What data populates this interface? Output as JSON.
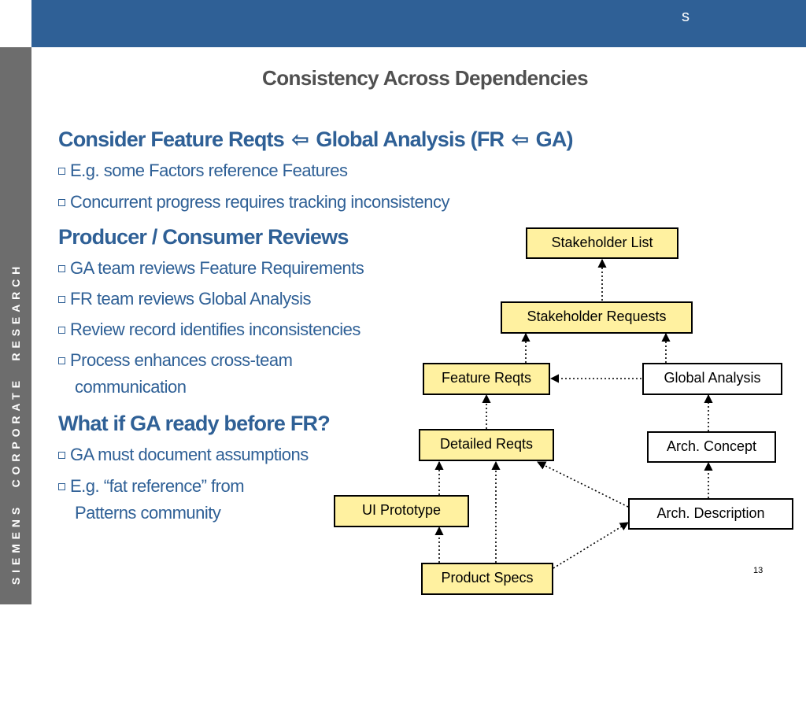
{
  "header": {
    "letter": "s"
  },
  "sidebar": {
    "vertical_text": "SIEMENS  CORPORATE  RESEARCH"
  },
  "slide": {
    "title": "Consistency Across Dependencies",
    "page_number": "13"
  },
  "content": {
    "heading1_part1": "Consider Feature Reqts",
    "heading1_arrow1": "⇦",
    "heading1_part2": "Global Analysis (FR",
    "heading1_arrow2": "⇦",
    "heading1_part3": "GA)",
    "bullet1": "E.g. some Factors reference Features",
    "bullet2": "Concurrent progress requires tracking inconsistency",
    "heading2": "Producer / Consumer Reviews",
    "bullet3": "GA team reviews Feature Requirements",
    "bullet4": "FR team reviews Global Analysis",
    "bullet5": "Review record identifies inconsistencies",
    "bullet6_line1": "Process enhances cross-team",
    "bullet6_line2": "communication",
    "heading3": "What if GA ready before FR?",
    "bullet7": "GA must document assumptions",
    "bullet8_line1": "E.g. “fat reference” from",
    "bullet8_line2": "Patterns community"
  },
  "diagram": {
    "stakeholder_list": "Stakeholder List",
    "stakeholder_requests": "Stakeholder Requests",
    "feature_reqts": "Feature Reqts",
    "global_analysis": "Global Analysis",
    "detailed_reqts": "Detailed Reqts",
    "arch_concept": "Arch. Concept",
    "ui_prototype": "UI Prototype",
    "arch_description": "Arch. Description",
    "product_specs": "Product Specs",
    "colors": {
      "producer_box": "#fff1a0",
      "consumer_box": "#ffffff",
      "accent": "#2f6096"
    }
  }
}
